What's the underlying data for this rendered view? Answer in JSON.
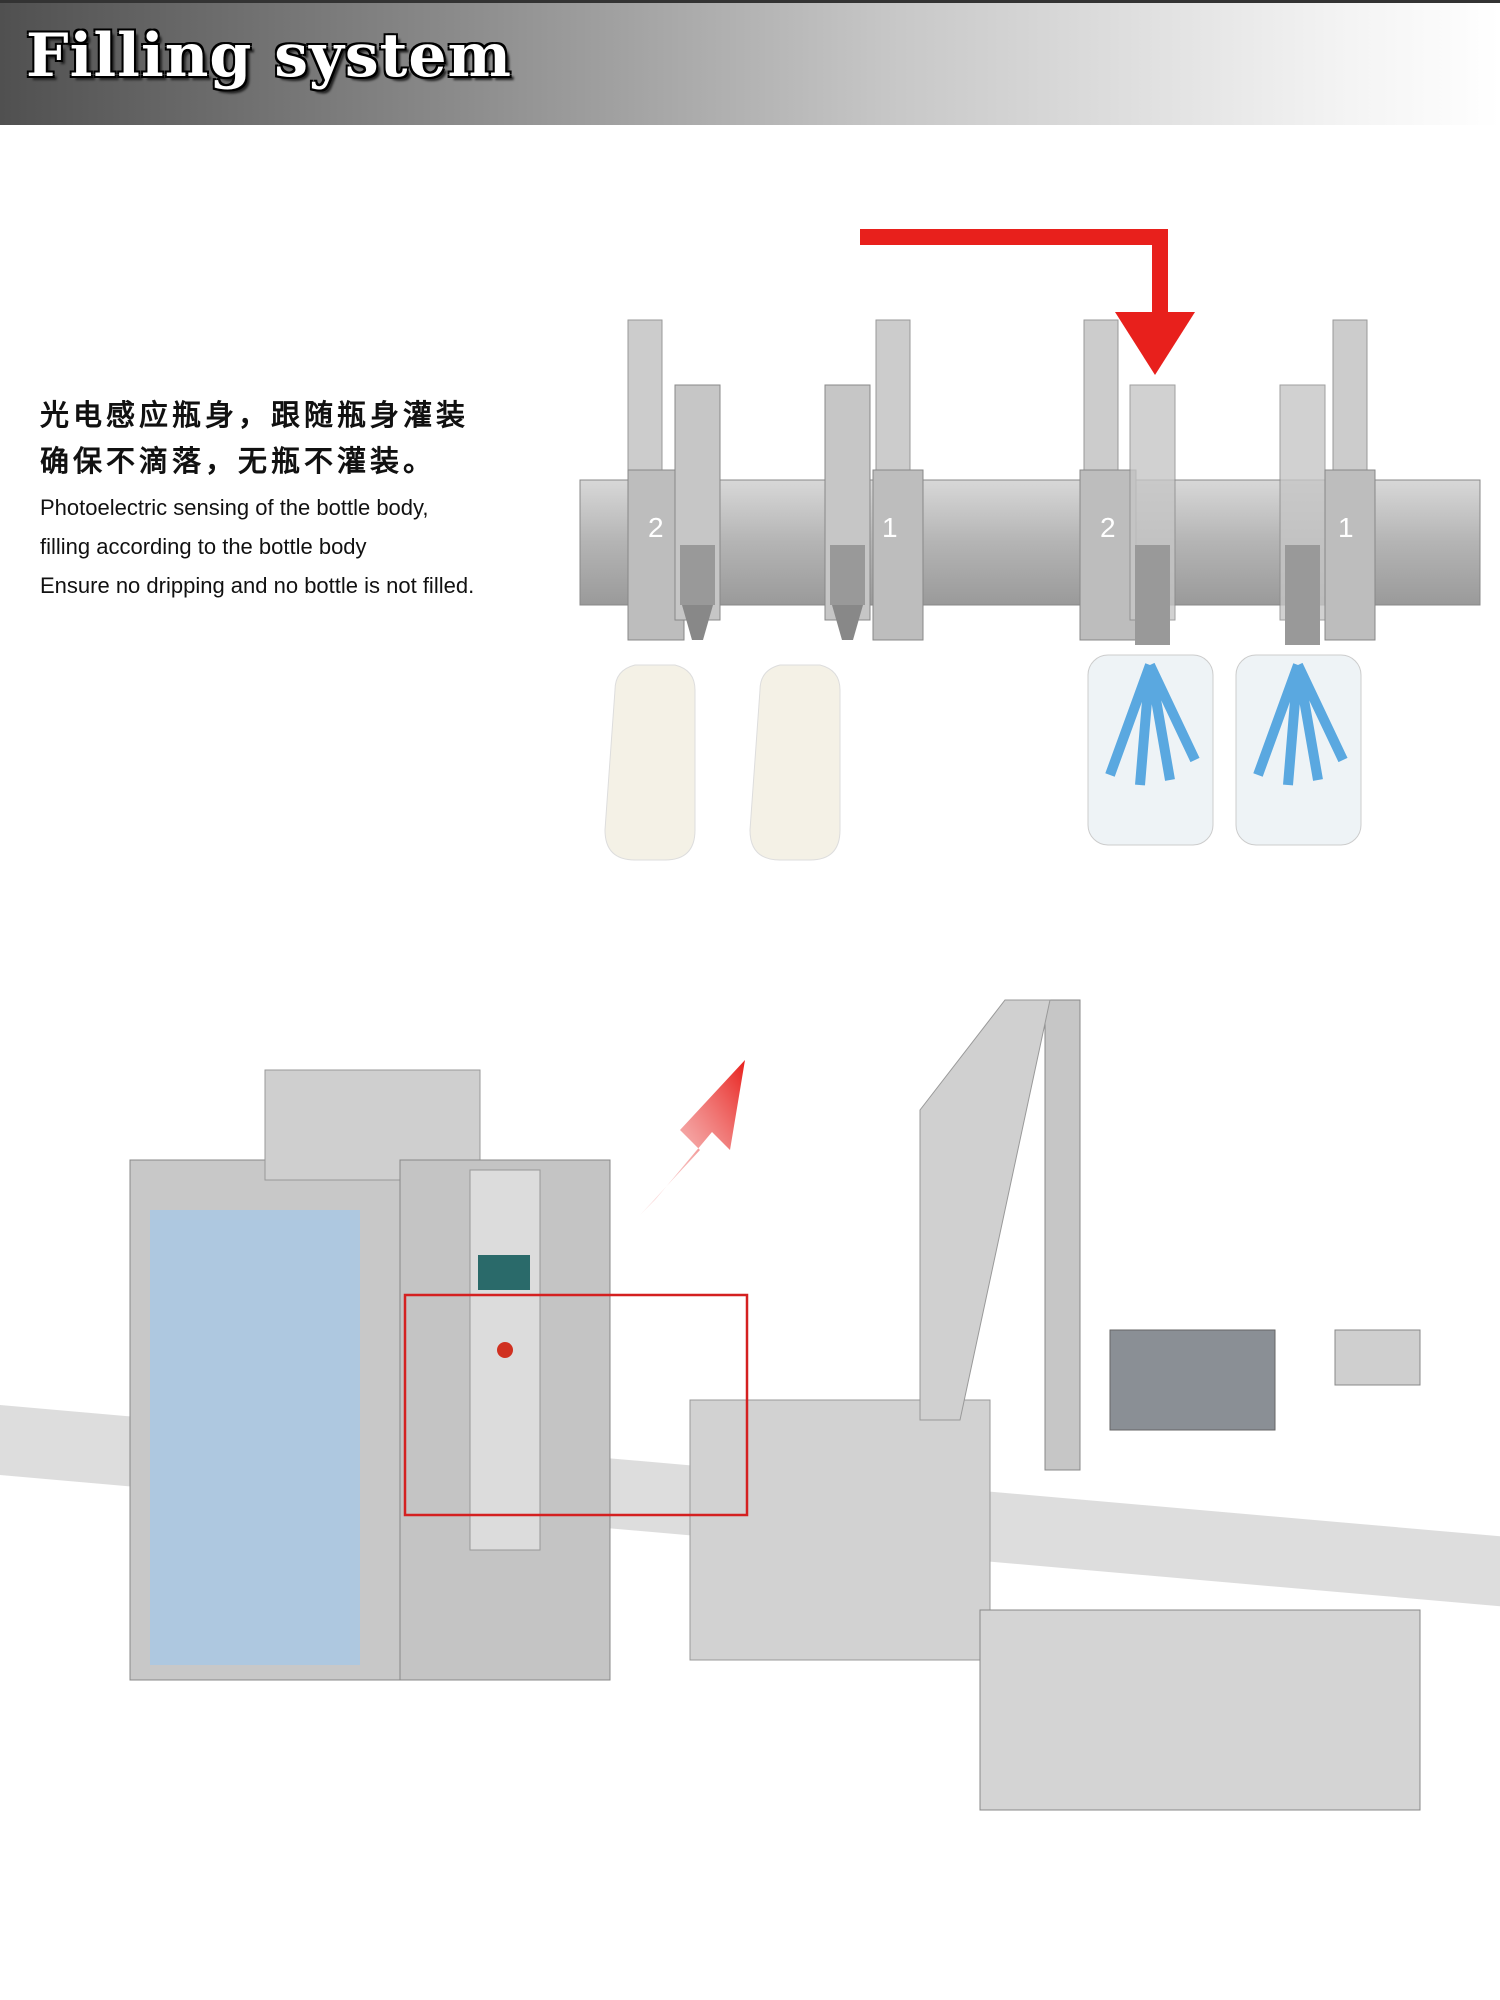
{
  "header": {
    "title": "Filling system"
  },
  "description": {
    "chinese_lines": [
      "光电感应瓶身，跟随瓶身灌装",
      "确保不滴落，无瓶不灌装。"
    ],
    "english_lines": [
      "Photoelectric sensing of the bottle body,",
      "filling according to the bottle body",
      "Ensure no dripping and no bottle is not filled."
    ]
  },
  "nozzle_numbers": [
    "2",
    "1",
    "2",
    "1"
  ],
  "colors": {
    "arrow": "#e8201c",
    "highlight_box": "#d42020",
    "liquid": "#5aa8e0"
  }
}
